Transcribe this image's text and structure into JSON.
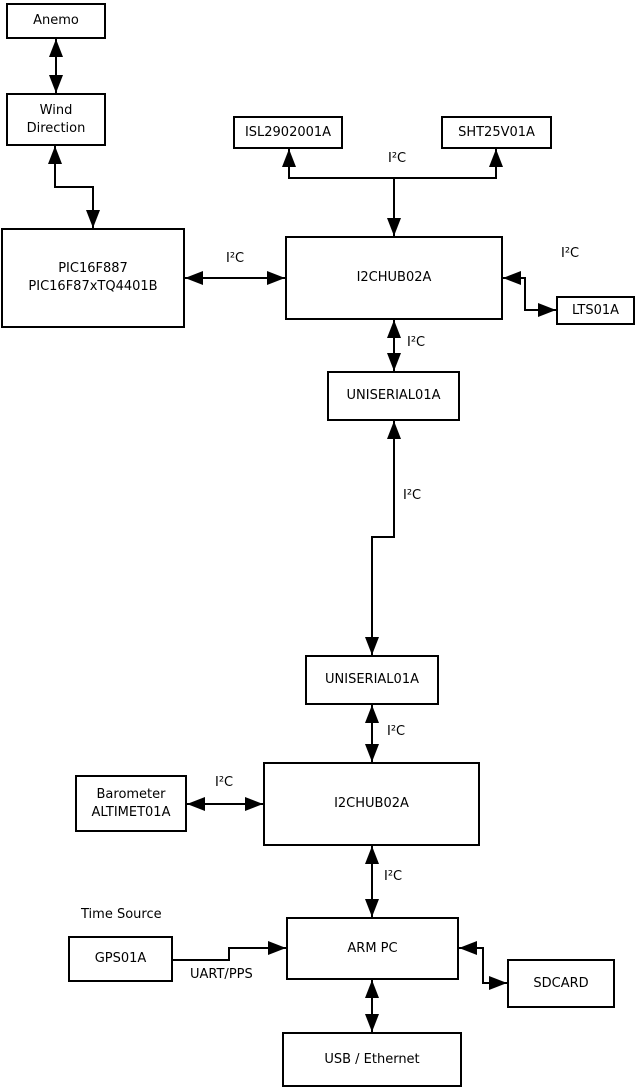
{
  "diagram": {
    "boxes": {
      "anemo": {
        "label": "Anemo"
      },
      "wind_direction": {
        "label": "Wind\nDirection"
      },
      "pic": {
        "label": "PIC16F887\nPIC16F87xTQ4401B"
      },
      "isl": {
        "label": "ISL2902001A"
      },
      "sht": {
        "label": "SHT25V01A"
      },
      "i2c_hub_top": {
        "label": "I2CHUB02A"
      },
      "lts": {
        "label": "LTS01A"
      },
      "uniserial_top": {
        "label": "UNISERIAL01A"
      },
      "uniserial_bottom": {
        "label": "UNISERIAL01A"
      },
      "i2c_hub_bottom": {
        "label": "I2CHUB02A"
      },
      "barometer": {
        "label": "Barometer\nALTIMET01A"
      },
      "gps": {
        "label": "GPS01A"
      },
      "arm_pc": {
        "label": "ARM PC"
      },
      "sdcard": {
        "label": "SDCARD"
      },
      "usb_ethernet": {
        "label": "USB / Ethernet"
      }
    },
    "edge_labels": {
      "i2c_pic_hub": "I²C",
      "i2c_sensors": "I²C",
      "i2c_lts": "I²C",
      "i2c_hub_uniserial": "I²C",
      "i2c_uniserial_link": "I²C",
      "i2c_uniserial_hub2": "I²C",
      "i2c_barometer": "I²C",
      "i2c_hub2_armpc": "I²C",
      "uart_pps": "UART/PPS"
    },
    "annotations": {
      "time_source": "Time Source"
    },
    "colors": {
      "stroke": "#000000",
      "background": "#ffffff"
    }
  }
}
